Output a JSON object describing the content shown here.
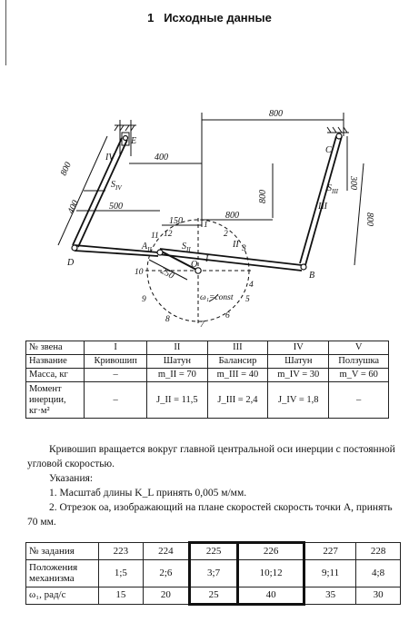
{
  "heading": {
    "number": "1",
    "title": "Исходные данные"
  },
  "diagram": {
    "points": {
      "A": "A",
      "A_sub": "II",
      "B": "B",
      "C": "C",
      "D": "D",
      "E": "E",
      "O": "O",
      "S2": "S",
      "S2_sub": "II",
      "S3": "S",
      "S3_sub": "III",
      "S4": "S",
      "S4_sub": "IV"
    },
    "roman": {
      "II": "II",
      "III": "III",
      "IV": "IV",
      "I": "I"
    },
    "dims": {
      "top800": "800",
      "d400": "400",
      "left800": "800",
      "left400": "400",
      "d500": "500",
      "mid800a": "800",
      "mid800b": "800",
      "right300": "300",
      "right800": "800",
      "d150": "150",
      "d250": "250"
    },
    "omega_label": "ω₁=const",
    "positions": [
      "1",
      "2",
      "3",
      "4",
      "5",
      "6",
      "7",
      "8",
      "9",
      "10",
      "11",
      "12"
    ]
  },
  "links_table": {
    "header": [
      "№ звена",
      "I",
      "II",
      "III",
      "IV",
      "V"
    ],
    "name_row": [
      "Название",
      "Кривошип",
      "Шатун",
      "Балансир",
      "Шатун",
      "Ползушка"
    ],
    "mass_row": [
      "Масса, кг",
      "–",
      "m_II = 70",
      "m_III = 40",
      "m_IV = 30",
      "m_V = 60"
    ],
    "inertia_label_1": "Момент",
    "inertia_label_2": "инерции,",
    "inertia_label_3": "кг·м²",
    "inertia_row": [
      "–",
      "J_II = 11,5",
      "J_III = 2,4",
      "J_IV = 1,8",
      "–"
    ]
  },
  "text": {
    "p1": "Кривошип вращается вокруг главной центральной оси инерции с постоянной угловой скоростью.",
    "p2": "Указания:",
    "p3": "1. Масштаб длины K_L принять 0,005 м/мм.",
    "p4": "2. Отрезок oa, изображающий на плане скоростей скорость точки A, принять 70 мм."
  },
  "tasks_table": {
    "row_task": {
      "label": "№ задания",
      "values": [
        "223",
        "224",
        "225",
        "226",
        "227",
        "228"
      ]
    },
    "row_pos": {
      "label_1": "Положения",
      "label_2": "механизма",
      "values": [
        "1;5",
        "2;6",
        "3;7",
        "10;12",
        "9;11",
        "4;8"
      ]
    },
    "row_omega": {
      "label": "ω₁, рад/с",
      "values": [
        "15",
        "20",
        "25",
        "40",
        "35",
        "30"
      ]
    }
  }
}
